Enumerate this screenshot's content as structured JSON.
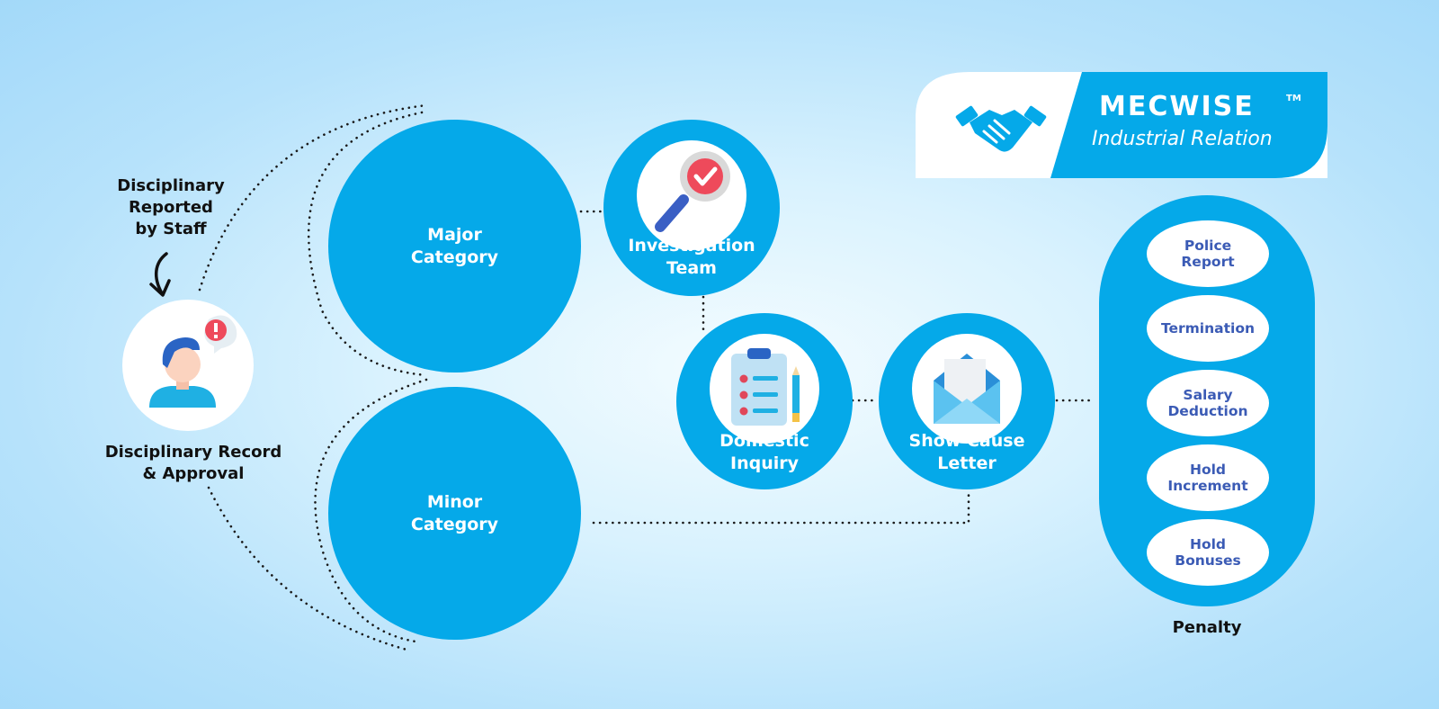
{
  "brand": {
    "wordmark": "MECWISE",
    "trademark": "TM",
    "subtitle": "Industrial Relation",
    "accent_color": "#05a9e9",
    "icon": "handshake-icon"
  },
  "reporter": {
    "top_caption": "Disciplinary\nReported\nby Staff",
    "bottom_caption": "Disciplinary Record\n& Approval",
    "icon": "staff-alert-icon"
  },
  "categories": {
    "major": "Major\nCategory",
    "minor": "Minor\nCategory"
  },
  "steps": {
    "investigation": {
      "label": "Investigation\nTeam",
      "icon": "magnifier-check-icon"
    },
    "inquiry": {
      "label": "Domestic\nInquiry",
      "icon": "clipboard-checklist-icon"
    },
    "letter": {
      "label": "Show Cause\nLetter",
      "icon": "envelope-letter-icon"
    }
  },
  "penalty": {
    "caption": "Penalty",
    "options": [
      "Police\nReport",
      "Termination",
      "Salary\nDeduction",
      "Hold\nIncrement",
      "Hold\nBonuses"
    ],
    "pill_text_color": "#3b5bb5"
  }
}
